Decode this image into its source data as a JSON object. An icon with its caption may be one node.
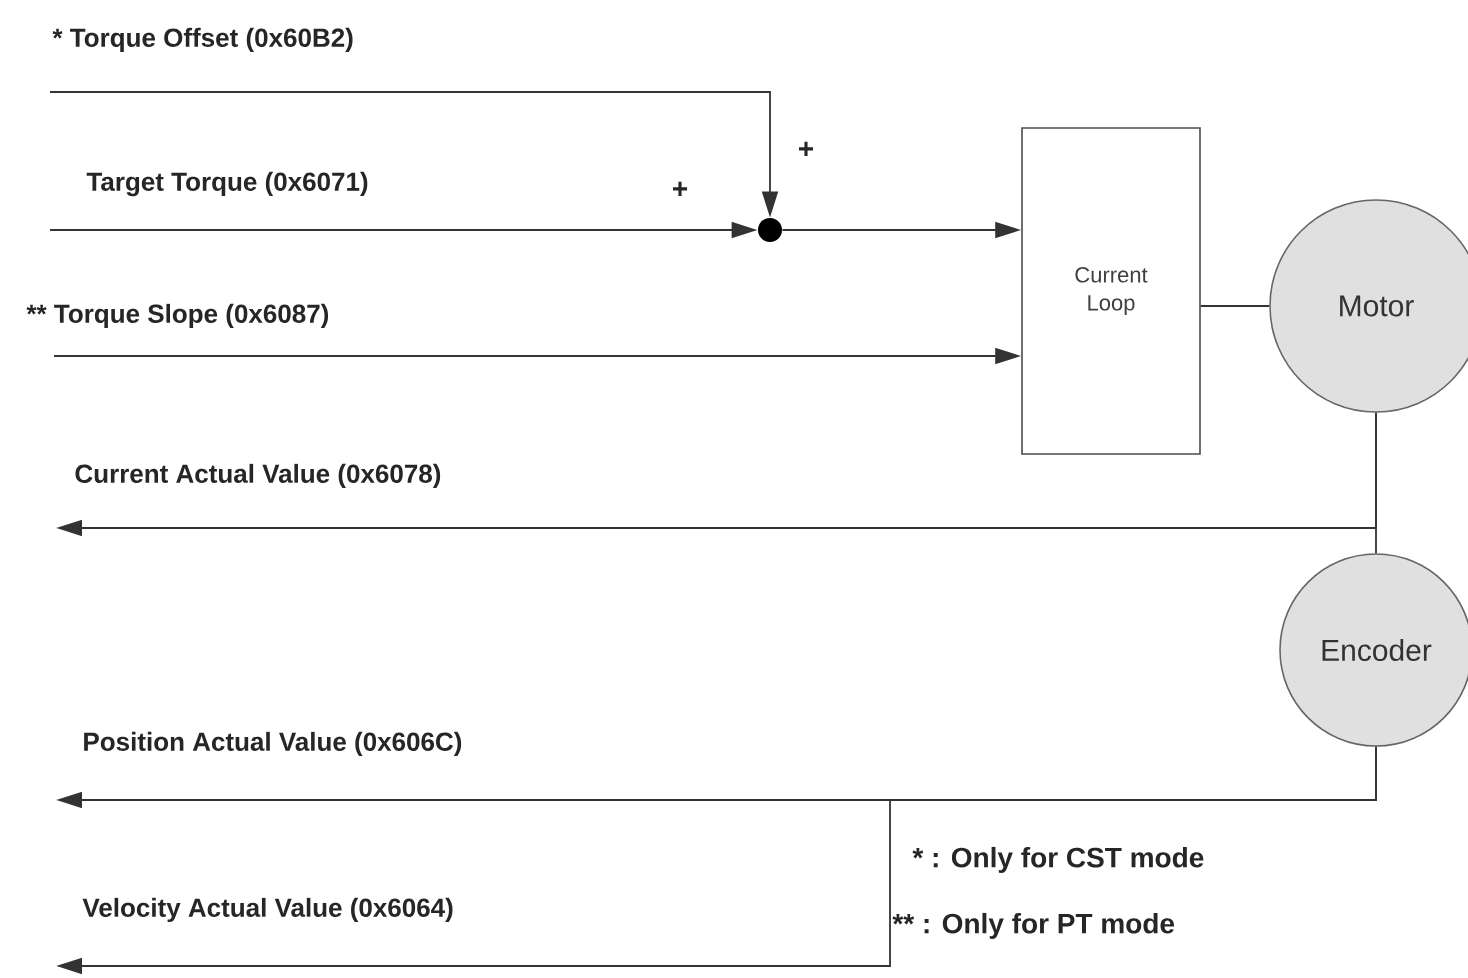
{
  "diagram": {
    "nodes": [
      {
        "text": [],
        "shape": "circle"
      },
      {
        "text": [
          "Current Loop"
        ]
      },
      {
        "text": [
          "Motor"
        ]
      },
      {
        "text": [
          "Encoder"
        ]
      }
    ],
    "edges": [
      {
        "from": null,
        "to": 0,
        "arrow": "to",
        "label": "* Torque Offset (0x60B2)"
      },
      {
        "from": null,
        "to": 0,
        "arrow": "to",
        "label": "Target Torque (0x6071)"
      },
      {
        "from": 0,
        "to": 1,
        "arrow": "to"
      },
      {
        "from": null,
        "to": 1,
        "arrow": "to",
        "label": "** Torque Slope (0x6087)"
      },
      {
        "from": 1,
        "to": 2,
        "arrow": "none"
      },
      {
        "from": 2,
        "to": 3,
        "arrow": "none"
      },
      {
        "from": 2,
        "to": null,
        "arrow": "to",
        "label": "Current Actual Value (0x6078)"
      },
      {
        "from": 3,
        "to": null,
        "arrow": "to",
        "label": "Position Actual Value (0x606C)"
      },
      {
        "from": 3,
        "to": null,
        "arrow": "to",
        "label": "Velocity Actual Value (0x6064)"
      }
    ],
    "labels": [
      "+",
      "+",
      "* : Only for CST mode",
      "** : Only for PT mode"
    ]
  }
}
